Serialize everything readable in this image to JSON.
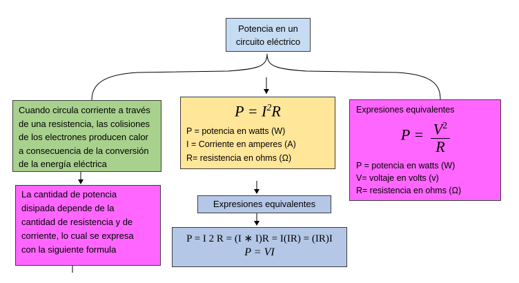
{
  "title": [
    "Potencia  en un",
    "circuito eléctrico"
  ],
  "left_box": [
    "Cuando circula corriente a través",
    "de una resistencia, las colisiones",
    "de los electrones producen calor",
    "a consecuencia de la conversión",
    "de la energía eléctrica"
  ],
  "left_bottom_box": [
    "La  cantidad  de  potencia",
    "disipada  depende  de  la",
    "cantidad de resistencia y de",
    "corriente,  lo  cual  se  expresa",
    "con la siguiente formula"
  ],
  "center_box": {
    "formula_lhs": "P = I",
    "formula_exp": "2",
    "formula_rhs": "R",
    "lines": [
      "P = potencia  en watts (W)",
      "I = Corriente  en amperes (A)",
      "R= resistencia en ohms (Ω)"
    ]
  },
  "center_equiv_label": "Expresiones equivalentes",
  "center_bottom_box": [
    "P  =  I 2 R  =  (I  ∗  I)R  =  I(IR)  =  (IR)I",
    "P = VI"
  ],
  "right_box": {
    "heading": "Expresiones  equivalentes",
    "formula_lhs": "P =",
    "formula_num": "V",
    "formula_num_exp": "2",
    "formula_den": "R",
    "lines": [
      "P = potencia  en watts (W)",
      "V= voltaje en volts (v)",
      "R= resistencia en ohms (Ω)"
    ]
  }
}
